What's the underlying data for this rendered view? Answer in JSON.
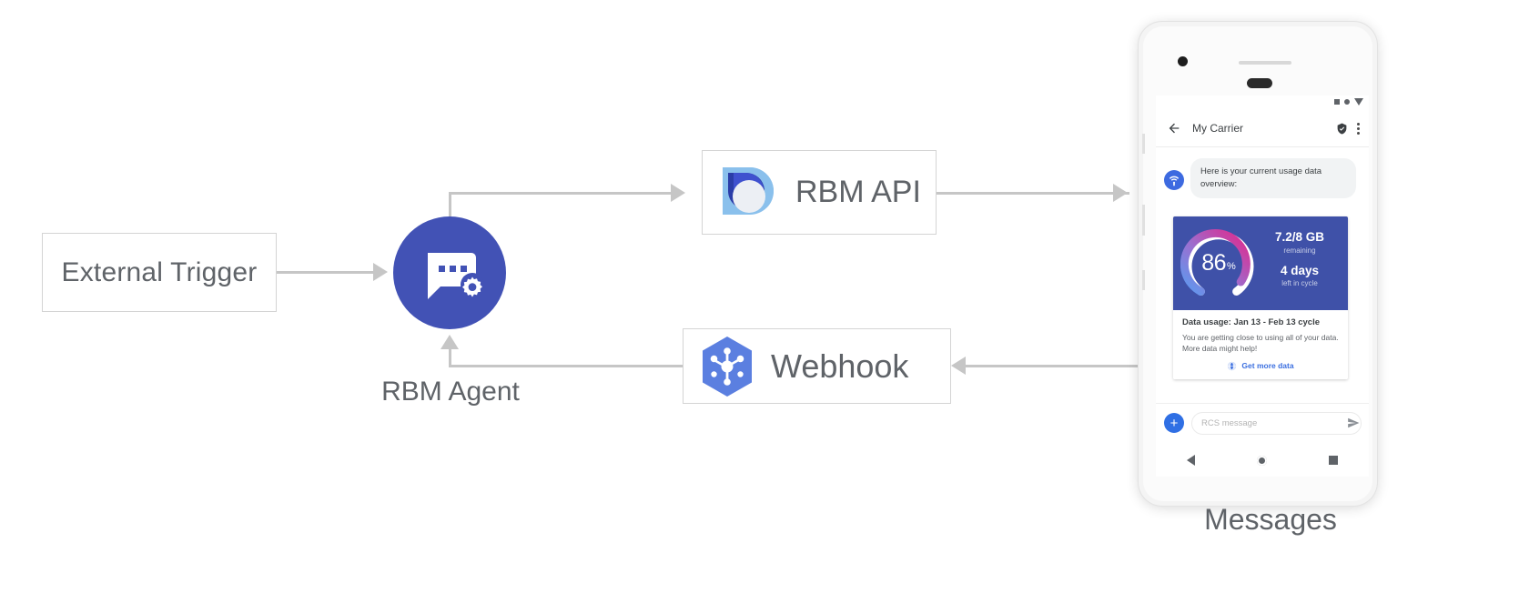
{
  "diagram": {
    "nodes": {
      "external_trigger": {
        "label": "External Trigger"
      },
      "rbm_agent": {
        "label": "RBM Agent",
        "icon": "chat-gear-icon",
        "color": "#4252b5"
      },
      "rbm_api": {
        "label": "RBM API",
        "icon": "rbm-droplet-icon"
      },
      "webhook": {
        "label": "Webhook",
        "icon": "webhook-hexagon-icon"
      },
      "messages": {
        "label": "Messages"
      }
    }
  },
  "phone": {
    "status_bar": {
      "icons": [
        "square-icon",
        "dot-icon",
        "triangle-down-icon"
      ]
    },
    "app_bar": {
      "back_icon": "back-arrow-icon",
      "title": "My Carrier",
      "verified_icon": "verified-shield-icon",
      "overflow_icon": "overflow-menu-icon"
    },
    "conversation": {
      "avatar_icon": "rcs-agent-avatar-icon",
      "message": "Here is your current usage data overview:"
    },
    "rich_card": {
      "gauge": {
        "value": "86",
        "unit": "%",
        "percent": 86
      },
      "data_remaining": "7.2/8 GB",
      "data_remaining_sub": "remaining",
      "days_left": "4 days",
      "days_left_sub": "left in cycle",
      "title": "Data usage: Jan 13 - Feb 13 cycle",
      "description": "You are getting close to using all of your data. More data might help!",
      "action_label": "Get more data",
      "action_icon": "globe-icon",
      "hero_bg": "#3f51a8",
      "action_color": "#3b6fe0"
    },
    "composer": {
      "plus_icon": "plus-icon",
      "placeholder": "RCS message",
      "send_icon": "send-icon"
    },
    "nav_bar": {
      "back_icon": "nav-back-icon",
      "home_icon": "nav-home-icon",
      "recents_icon": "nav-recents-icon"
    }
  }
}
